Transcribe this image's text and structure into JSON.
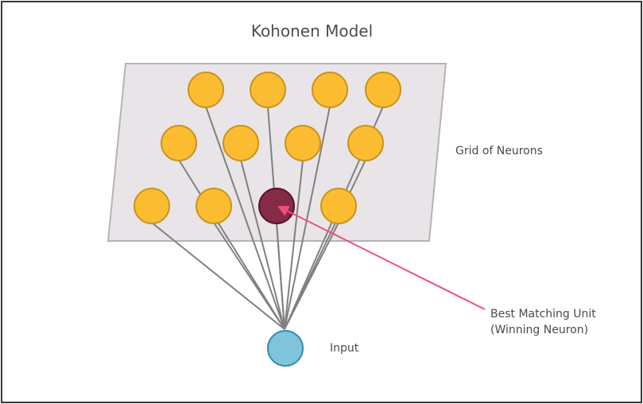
{
  "title": "Kohonen Model",
  "labels": {
    "grid": "Grid of Neurons",
    "bmu_line1": "Best Matching Unit",
    "bmu_line2": "(Winning Neuron)",
    "input": "Input"
  },
  "colors": {
    "neuron_fill": "#FCBC32",
    "neuron_stroke": "#C8951B",
    "bmu_fill": "#842B48",
    "bmu_stroke": "#5A1028",
    "input_fill": "#82C3DC",
    "input_stroke": "#2E8FB0",
    "grid_fill": "#E8E4E8",
    "grid_stroke": "#B4B4B4",
    "connection": "#808080",
    "arrow": "#F04E78"
  },
  "neurons": [
    {
      "row": 1,
      "col": 1,
      "winner": false
    },
    {
      "row": 1,
      "col": 2,
      "winner": false
    },
    {
      "row": 1,
      "col": 3,
      "winner": false
    },
    {
      "row": 1,
      "col": 4,
      "winner": false
    },
    {
      "row": 2,
      "col": 1,
      "winner": false
    },
    {
      "row": 2,
      "col": 2,
      "winner": false
    },
    {
      "row": 2,
      "col": 3,
      "winner": false
    },
    {
      "row": 2,
      "col": 4,
      "winner": false
    },
    {
      "row": 3,
      "col": 1,
      "winner": false
    },
    {
      "row": 3,
      "col": 2,
      "winner": false
    },
    {
      "row": 3,
      "col": 3,
      "winner": true
    },
    {
      "row": 3,
      "col": 4,
      "winner": false
    }
  ]
}
